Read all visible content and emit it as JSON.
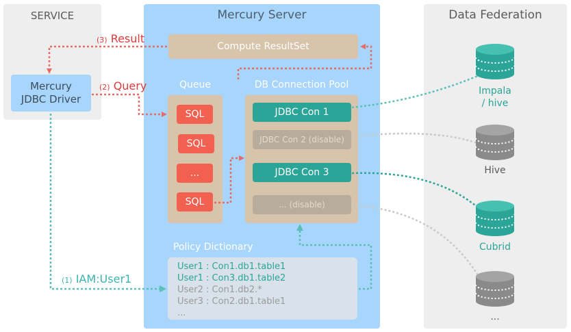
{
  "service": {
    "title": "SERVICE",
    "driver_label": "Mercury\nJDBC Driver"
  },
  "server": {
    "title": "Mercury Server",
    "compute_label": "Compute ResultSet",
    "queue": {
      "title": "Queue",
      "items": [
        "SQL",
        "SQL",
        "...",
        "SQL"
      ]
    },
    "pool": {
      "title": "DB Connection Pool",
      "connections": [
        {
          "label": "JDBC Con 1",
          "enabled": true
        },
        {
          "label": "JDBC Con 2 (disable)",
          "enabled": false
        },
        {
          "label": "JDBC Con  3",
          "enabled": true
        },
        {
          "label": "... (disable)",
          "enabled": false
        }
      ]
    },
    "policy": {
      "title": "Policy Dictionary",
      "lines": [
        {
          "text": "User1 : Con1.db1.table1",
          "highlight": true
        },
        {
          "text": "User1 : Con3.db1.table2",
          "highlight": true
        },
        {
          "text": "User2 : Con1.db2.*",
          "highlight": false
        },
        {
          "text": "User3 : Con2.db1.table1",
          "highlight": false
        },
        {
          "text": "...",
          "highlight": false
        }
      ]
    }
  },
  "federation": {
    "title": "Data Federation",
    "databases": [
      {
        "label": "Impala\n/ hive",
        "active": true
      },
      {
        "label": "Hive",
        "active": false
      },
      {
        "label": "Cubrid",
        "active": true
      },
      {
        "label": "...",
        "active": false
      }
    ]
  },
  "arrows": {
    "result": {
      "step": "(3)",
      "label": "Result"
    },
    "query": {
      "step": "(2)",
      "label": "Query"
    },
    "iam": {
      "step": "(1)",
      "label": "IAM:User1"
    }
  },
  "colors": {
    "active_connection": "#2aa597",
    "disabled_connection": "#b8ad9c",
    "sql_item": "#f26150",
    "server_panel": "#a7d5fb",
    "flow_red": "#e66b6b",
    "flow_teal": "#5cbfba"
  }
}
